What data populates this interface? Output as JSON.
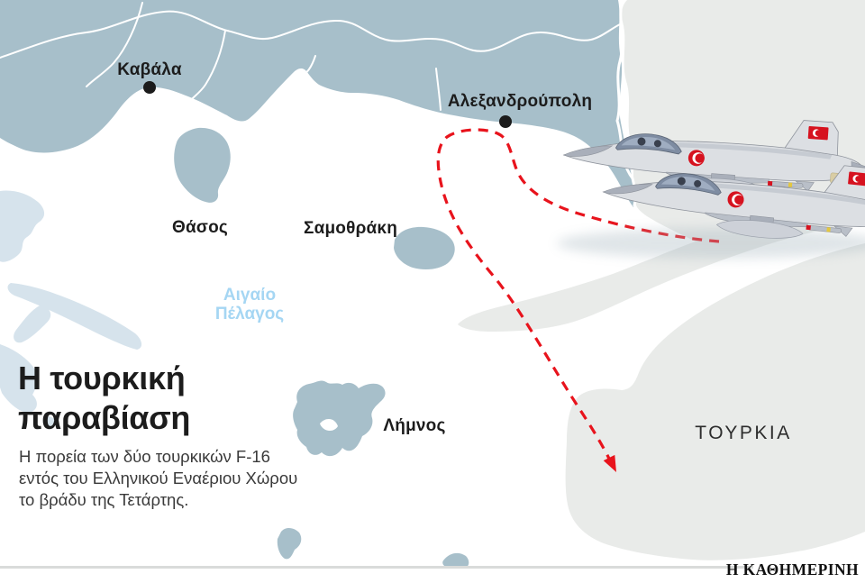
{
  "map": {
    "labels": {
      "kavala": "Καβάλα",
      "alexandroupoli": "Αλεξανδρούπολη",
      "thasos": "Θάσος",
      "samothraki": "Σαμοθράκη",
      "aegean_line1": "Αιγαίο",
      "aegean_line2": "Πέλαγος",
      "limnos": "Λήμνος",
      "tourkia": "ΤΟΥΡΚΙΑ"
    },
    "icons": {
      "jets": "f16-jet-icon",
      "route": "dashed-flight-route",
      "city_marker": "city-dot"
    }
  },
  "infobox": {
    "title_line1": "Η τουρκική",
    "title_line2": "παραβίαση",
    "subtitle_line1": "Η πορεία των δύο τουρκικών F-16",
    "subtitle_line2": "εντός του Ελληνικού Εναέριου Χώρου",
    "subtitle_line3": "το βράδυ της Τετάρτης."
  },
  "footer": {
    "brand": "Η ΚΑΘΗΜΕΡΙΝΗ"
  },
  "colors": {
    "land_greece": "#a7bfca",
    "land_greece_faded": "#d6e3ec",
    "land_turkey": "#e9ebe9",
    "sea": "#ffffff",
    "route": "#e8131c",
    "sea_label": "#a5d6f3",
    "ink": "#1c1c1c",
    "subtle_ink": "#3a3a3a",
    "rule": "#d9dbda"
  }
}
